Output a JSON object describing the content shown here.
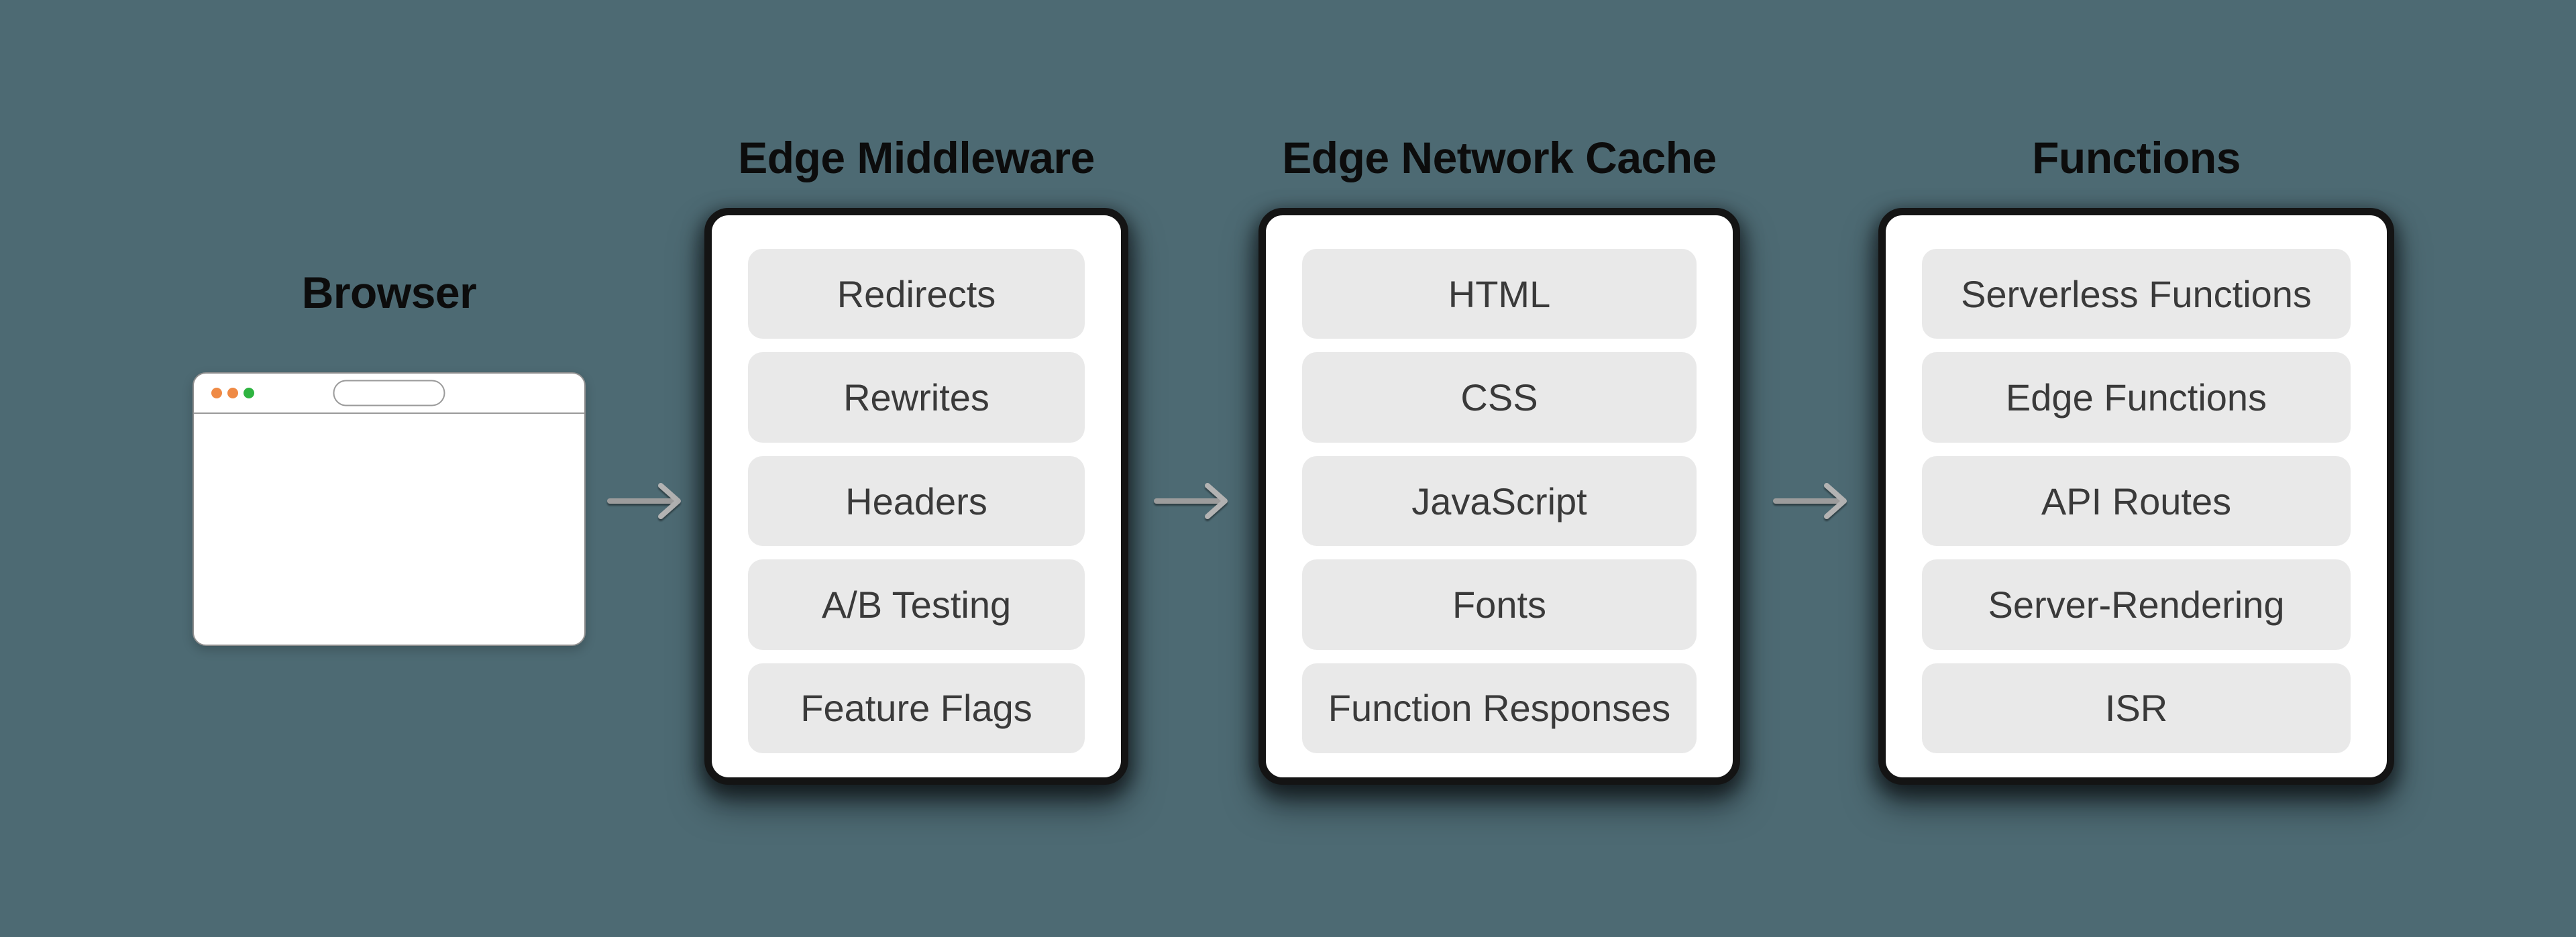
{
  "colors": {
    "background": "#4d6a73",
    "panel_frame": "#141414",
    "panel_background": "#ffffff",
    "item_background": "#e9e9e9",
    "item_text": "#3a3a3a",
    "title_text": "#0c0c0c",
    "arrow_line": "#9c9c9c",
    "arrow_head": "#b3b3b3",
    "browser_border": "#8f8f8f",
    "traffic_light_1": "#ef8a45",
    "traffic_light_2": "#ef8a45",
    "traffic_light_3": "#2eb440"
  },
  "browser": {
    "title": "Browser",
    "traffic_light_colors": [
      "#ef8a45",
      "#ef8a45",
      "#2eb440"
    ]
  },
  "arrows": [
    "right-arrow",
    "right-arrow",
    "right-arrow"
  ],
  "panels": [
    {
      "title": "Edge Middleware",
      "items": [
        "Redirects",
        "Rewrites",
        "Headers",
        "A/B Testing",
        "Feature Flags"
      ]
    },
    {
      "title": "Edge Network Cache",
      "items": [
        "HTML",
        "CSS",
        "JavaScript",
        "Fonts",
        "Function Responses"
      ]
    },
    {
      "title": "Functions",
      "items": [
        "Serverless Functions",
        "Edge Functions",
        "API Routes",
        "Server-Rendering",
        "ISR"
      ]
    }
  ]
}
